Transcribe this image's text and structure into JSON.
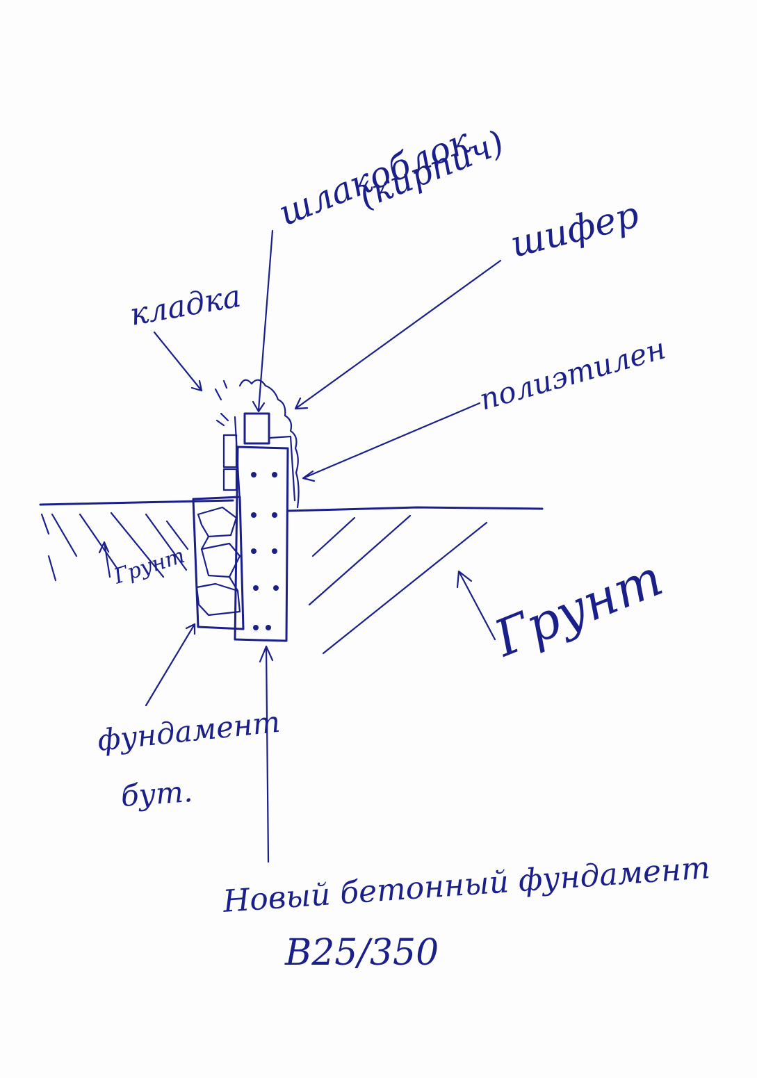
{
  "labels": {
    "shlakoblok": "шлакоблок",
    "kirpich": "(кирпич)",
    "shifer": "шифер",
    "kladka": "кладка",
    "polietilen": "полиэтилен",
    "grunt_left": "Грунт",
    "grunt_right": "Грунт",
    "fundament_old_line1": "фундамент",
    "fundament_old_line2": "бут.",
    "new_foundation_line1": "Новый бетонный фундамент",
    "new_foundation_line2": "B25/350"
  },
  "colors": {
    "ink": "#1b1f8a",
    "paper": "#fdfdfd"
  }
}
